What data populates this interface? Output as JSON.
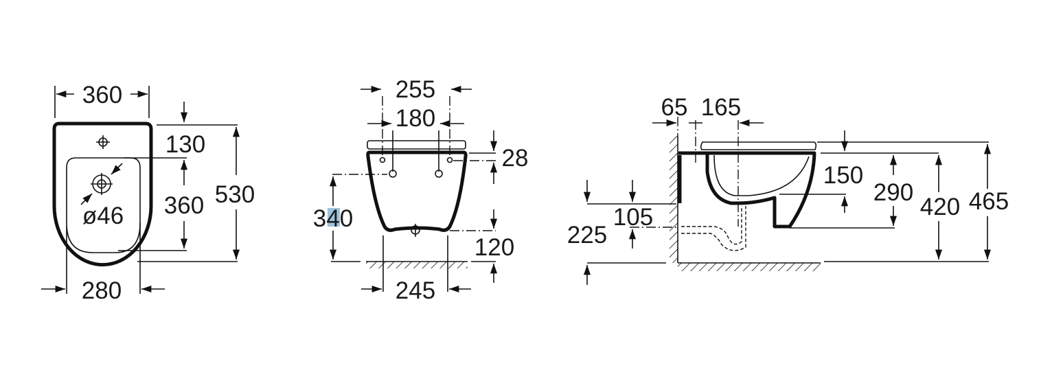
{
  "title": "Wall-hung bidet dimension drawing",
  "views": {
    "top": {
      "width": "360",
      "tap_offset": "130",
      "bowl_length": "360",
      "total_length": "530",
      "bowl_width": "280",
      "drain_diameter": "ø46"
    },
    "front": {
      "outer_fixing": "255",
      "inner_fixing": "180",
      "fixing_height": "28",
      "fixing_level": "340",
      "base_height": "120",
      "base_width": "245"
    },
    "side": {
      "wall_offset": "65",
      "drain_offset": "165",
      "bowl_depth": "150",
      "outlet_height": "290",
      "rim_height": "420",
      "total_height": "465",
      "waste_height": "225",
      "waste_rise": "105"
    }
  },
  "colors": {
    "line": "#111111",
    "highlight": "#9cc3dc"
  }
}
